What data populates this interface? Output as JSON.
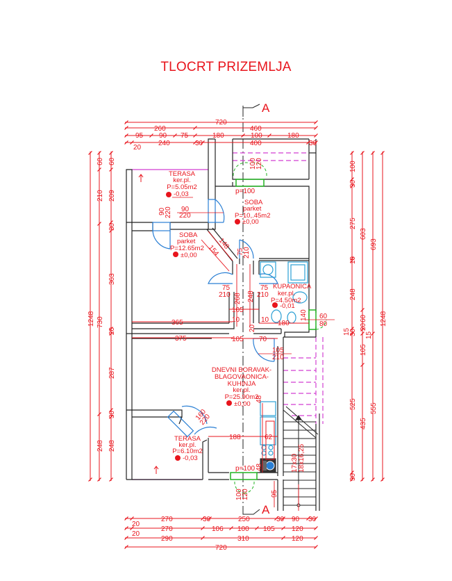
{
  "title": "TLOCRT PRIZEMLJA",
  "section_marker": "A",
  "colors": {
    "dimension": "#e8141c",
    "wall": "#222222",
    "door": "#2a7fd4",
    "window": "#22b322",
    "stairs_above": "#d23fd2",
    "fixture": "#2a9fd4"
  },
  "top_dimensions": {
    "row1": [
      "720"
    ],
    "row2": [
      "260",
      "460"
    ],
    "row3": [
      "95",
      "90",
      "75",
      "180",
      "100",
      "180"
    ],
    "row4": [
      "20",
      "240",
      "30",
      "400",
      "30"
    ]
  },
  "bottom_dimensions": {
    "row1": [
      "270",
      "30",
      "250",
      "30",
      "90",
      "30"
    ],
    "row2": [
      "20",
      "270",
      "106",
      "100",
      "105",
      "120"
    ],
    "row3": [
      "20",
      "290",
      "310",
      "120"
    ],
    "row4": [
      "720"
    ]
  },
  "left_dimensions": {
    "outer": [
      "1248"
    ],
    "middle": [
      "60",
      "210",
      "730",
      "248"
    ],
    "inner": [
      "60",
      "209",
      "30",
      "363",
      "20",
      "287",
      "30",
      "248"
    ]
  },
  "right_dimensions": {
    "inner": [
      "100",
      "30",
      "275",
      "10",
      "248",
      "30",
      "525",
      "30"
    ],
    "middle": [
      "603",
      "60",
      "20",
      "15",
      "105",
      "435"
    ],
    "outer1": [
      "693",
      "555"
    ],
    "outer2": [
      "1248"
    ]
  },
  "rooms": [
    {
      "name": "TERASA",
      "floor": "ker.pl.",
      "area": "P=5.05m2",
      "level": "-0,03"
    },
    {
      "name": "SOBA",
      "floor": "parket",
      "area": "P=10,.45m2",
      "level": "±0,00"
    },
    {
      "name": "SOBA",
      "floor": "parket",
      "area": "P=12.65m2",
      "level": "±0,00"
    },
    {
      "name": "KUPAONICA",
      "floor": "ker.pl.",
      "area": "P=4.50m2",
      "level": "-0,01"
    },
    {
      "name_lines": [
        "DNEVNI BORAVAK-",
        "BLAGOVAONICA-",
        "KUHINJA"
      ],
      "floor": "ker.pl.",
      "area": "P=25.90m2",
      "level": "±0,00"
    },
    {
      "name": "TERASA",
      "floor": "ker.pl.",
      "area": "P=6.10m2",
      "level": "-0,03"
    }
  ],
  "openings": {
    "terrace_door": [
      "90",
      "220"
    ],
    "terrace_door_vertical": [
      "90",
      "220"
    ],
    "window_top": [
      "100",
      "120"
    ],
    "window_top_sill": "p=100",
    "room2_door_diag": [
      "75",
      "210"
    ],
    "hall_door_1": [
      "75",
      "210"
    ],
    "hall_door_2": [
      "75",
      "210"
    ],
    "bath_window": [
      "60",
      "80"
    ],
    "living_door": [
      "105",
      "210"
    ],
    "terrace2_door": [
      "160",
      "220"
    ],
    "window_bottom": [
      "100",
      "120"
    ],
    "window_bottom_sill": "p=100"
  },
  "inner_dimensions": {
    "hall_diag_1": "148",
    "hall_diag_2": "154",
    "hall_width": "105",
    "hall_len_1": "268",
    "hall_len_2": "248",
    "hall_corridor": "105",
    "hall_corridor_2": "70",
    "room_width_top": "365",
    "room_width_bottom": "375",
    "bath_width": "180",
    "bath_h": "140",
    "small_10a": "10",
    "small_10b": "10",
    "small_20": "20",
    "small_15": "15",
    "kitchen_188": "188",
    "kitchen_62": "62",
    "kitchen_48a": "48",
    "kitchen_48b": "48",
    "stair_offset": "95",
    "stair_spec": [
      "17x30",
      "18x16,25"
    ]
  }
}
